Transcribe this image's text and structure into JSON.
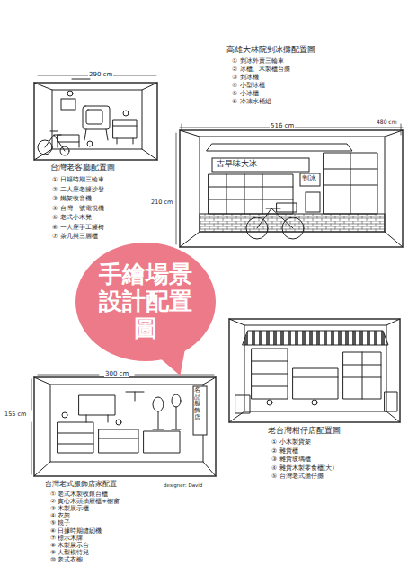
{
  "diagram": {
    "nodes": [
      {
        "text": [
          "手繪場景設計配置圖"
        ]
      }
    ],
    "labels": [
      "高雄大林院剉冰攤配置圖",
      "① 剉冰外賣三輪車",
      "② 冰櫃、木製櫃台攤",
      "③ 剉冰機",
      "④ 小型冰櫃",
      "⑤ 小冰櫃",
      "⑥ 冷凍水桶組",
      "290 cm",
      "516 cm",
      "480 cm",
      "210 cm",
      "古早味大冰",
      "剉冰",
      "台灣老客廳配置圖",
      "① 日籍時期三輪車",
      "② 二人座老籐沙發",
      "③ 鐵架收音機",
      "④ 台灣一號電視機",
      "⑤ 老式小木凳",
      "⑥ 一人座手工籐椅",
      "⑦ 茶几與三層櫃",
      "300 cm",
      "155 cm",
      "名品服飾店",
      "老台灣柑仔店配置圖",
      "① 小木製貨架",
      "② 雜貨櫃",
      "③ 雜貨玻璃櫃",
      "④ 雜貨木製零食櫃(大)",
      "⑤ 台灣老式擔仔攤",
      "台灣老式服飾店家配置",
      "designer: David",
      "① 老式木製收銀台櫃",
      "② 實心木頭抽屜櫃+櫥窗",
      "③ 木製展示櫃",
      "④ 衣架",
      "⑤ 鏡子",
      "⑥ 日據時期縫紉機",
      "⑦ 標示木牌",
      "⑧ 木製展示台",
      "⑨ 人型模特兒",
      "⑩ 老式衣櫥"
    ]
  }
}
